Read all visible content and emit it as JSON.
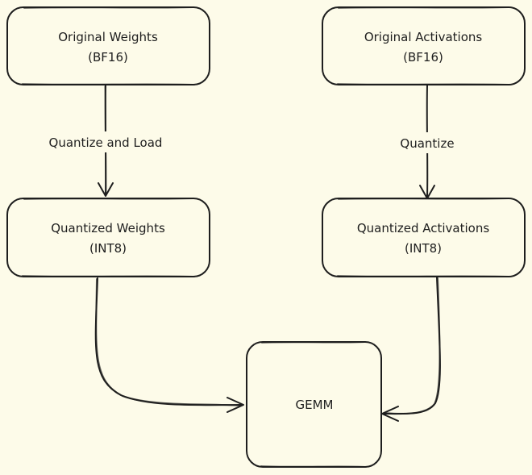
{
  "nodes": {
    "original_weights": {
      "line1": "Original Weights",
      "line2": "(BF16)"
    },
    "original_activations": {
      "line1": "Original Activations",
      "line2": "(BF16)"
    },
    "quantized_weights": {
      "line1": "Quantized Weights",
      "line2": "(INT8)"
    },
    "quantized_activations": {
      "line1": "Quantized Activations",
      "line2": "(INT8)"
    },
    "gemm": {
      "label": "GEMM"
    }
  },
  "edges": {
    "quantize_and_load": "Quantize and Load",
    "quantize": "Quantize"
  },
  "colors": {
    "background": "#fdfbe9",
    "stroke": "#1e1e1e",
    "text": "#1e1e1e"
  }
}
